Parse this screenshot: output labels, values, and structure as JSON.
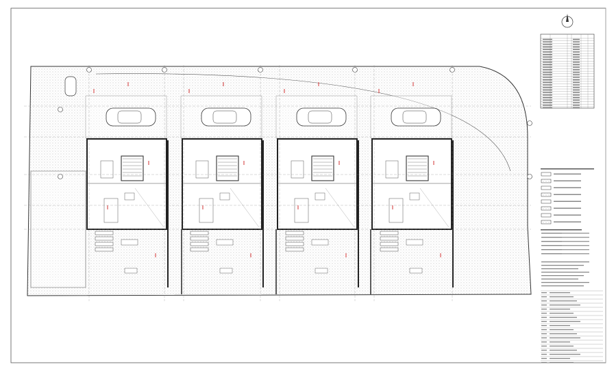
{
  "drawing": {
    "units": 4,
    "legend_rows": 8,
    "schedule_rows": 28,
    "titleblock_rows": 18,
    "colors": {
      "line": "#333333",
      "hatch": "#9a9a9a",
      "red": "#d23030",
      "paper": "#ffffff"
    }
  }
}
